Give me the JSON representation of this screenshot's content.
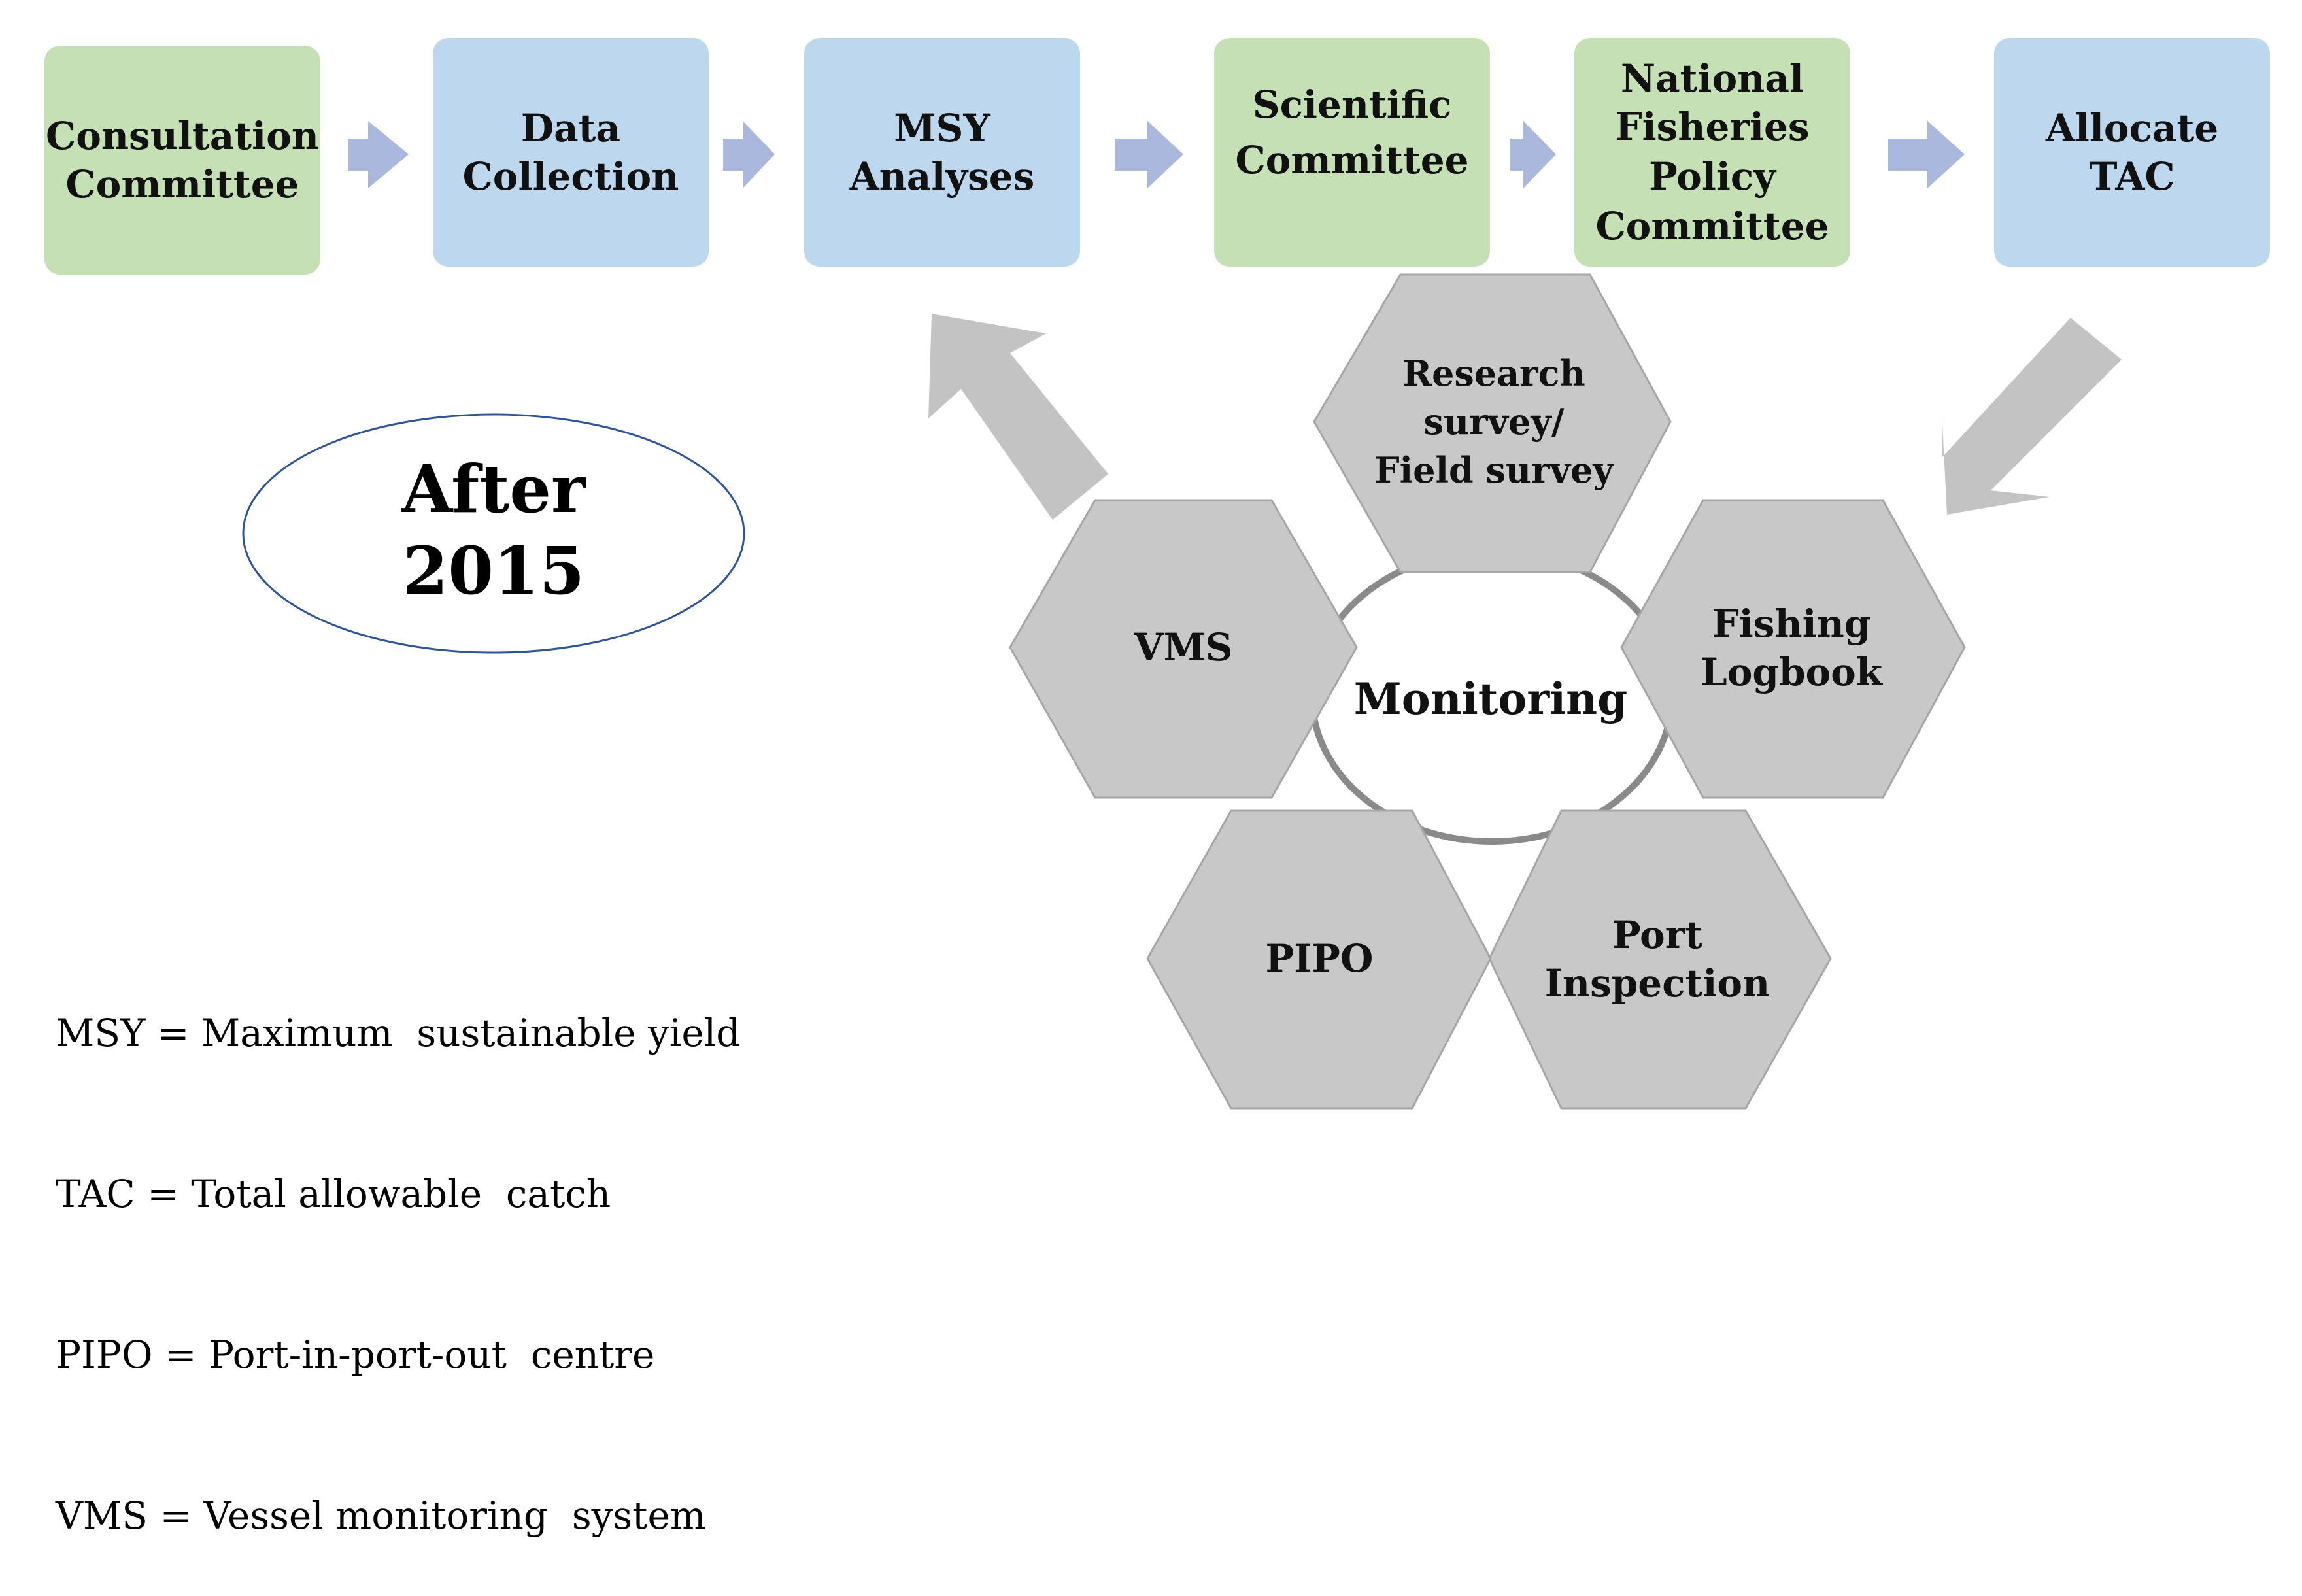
{
  "steps": [
    {
      "line1": "Consultation",
      "line2": "Committee",
      "color": "#c5e0b4"
    },
    {
      "line1": "Data",
      "line2": "Collection",
      "color": "#bdd7ee"
    },
    {
      "line1": "MSY",
      "line2": "Analyses",
      "color": "#bdd7ee"
    },
    {
      "line1": "Scientific",
      "line2": "Committee",
      "color": "#c5e0b4"
    },
    {
      "line1": "National",
      "line2": "Fisheries",
      "line3": "Policy",
      "line4": "Committee",
      "color": "#c5e0b4"
    },
    {
      "line1": "Allocate",
      "line2": "TAC",
      "color": "#bdd7ee"
    }
  ],
  "cycle": {
    "center_label": "Monitoring",
    "hexagons": {
      "research": {
        "line1": "Research",
        "line2": "survey/",
        "line3": "Field survey"
      },
      "logbook": {
        "line1": "Fishing",
        "line2": "Logbook"
      },
      "port": {
        "line1": "Port",
        "line2": "Inspection"
      },
      "pipo": {
        "line1": "PIPO"
      },
      "vms": {
        "line1": "VMS"
      }
    }
  },
  "period": {
    "line1": "After",
    "line2": "2015"
  },
  "legend": [
    "MSY = Maximum  sustainable yield",
    "TAC = Total allowable  catch",
    "PIPO = Port-in-port-out  centre",
    "VMS = Vessel monitoring  system"
  ],
  "colors": {
    "green_box": "#c5e0b4",
    "blue_box": "#bdd7ee",
    "chevron": "#aab8dd",
    "hexagon": "#c8c8c8",
    "big_arrow": "#c3c3c3",
    "ellipse_stroke": "#2e5597"
  }
}
